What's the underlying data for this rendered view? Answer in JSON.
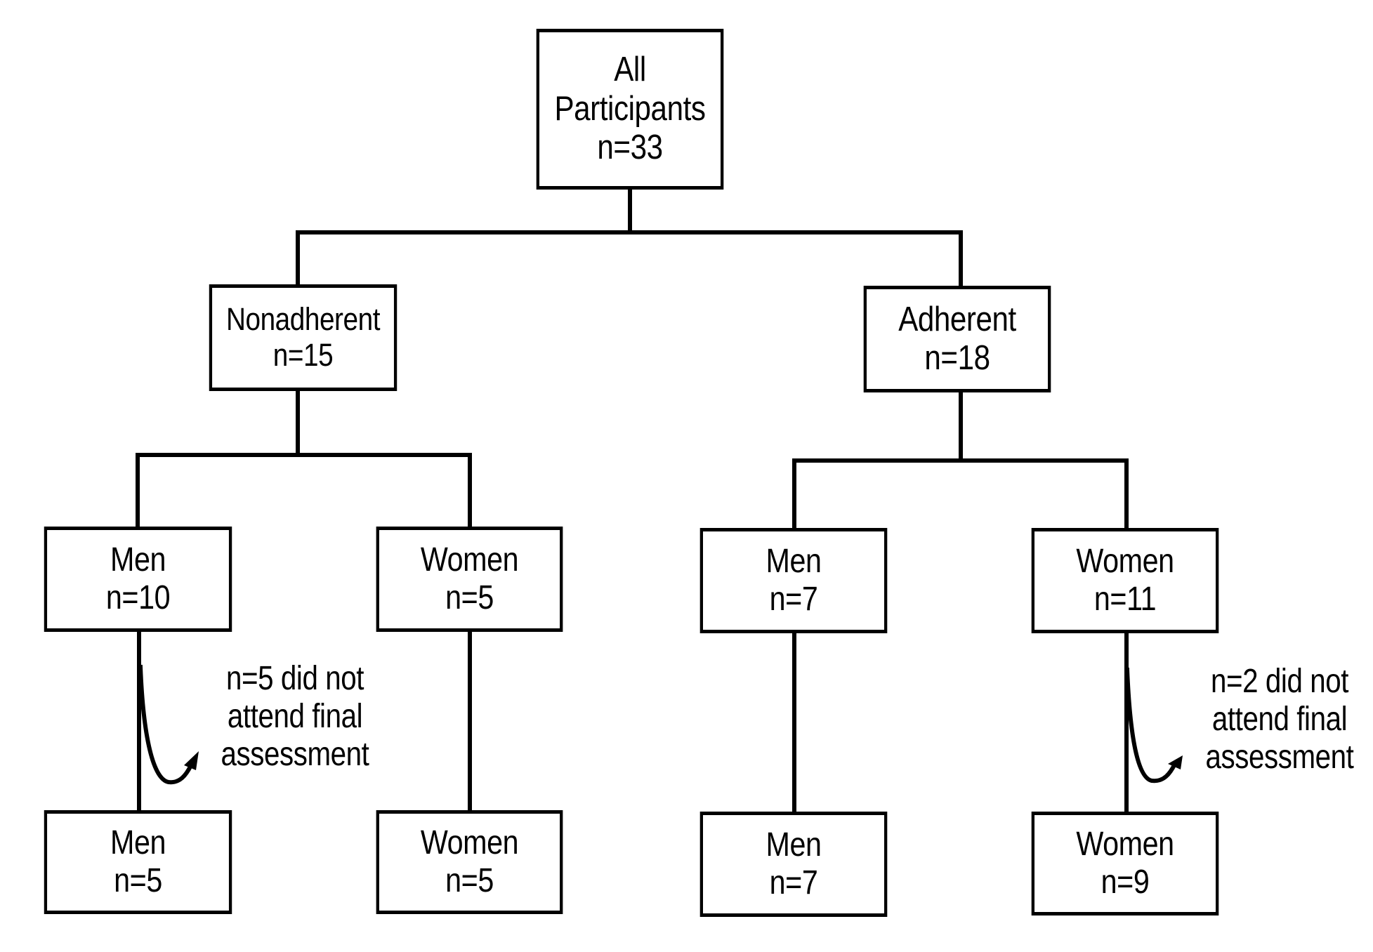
{
  "root": {
    "line1": "All",
    "line2": "Participants",
    "line3": "n=33"
  },
  "nonadherent": {
    "label": "Nonadherent",
    "n": "n=15"
  },
  "adherent": {
    "label": "Adherent",
    "n": "n=18"
  },
  "level2": {
    "non_men": {
      "label": "Men",
      "n": "n=10"
    },
    "non_women": {
      "label": "Women",
      "n": "n=5"
    },
    "adh_men": {
      "label": "Men",
      "n": "n=7"
    },
    "adh_women": {
      "label": "Women",
      "n": "n=11"
    }
  },
  "level3": {
    "non_men": {
      "label": "Men",
      "n": "n=5"
    },
    "non_women": {
      "label": "Women",
      "n": "n=5"
    },
    "adh_men": {
      "label": "Men",
      "n": "n=7"
    },
    "adh_women": {
      "label": "Women",
      "n": "n=9"
    }
  },
  "notes": {
    "non_men_dropout": {
      "line1": "n=5 did not",
      "line2": "attend final",
      "line3": "assessment"
    },
    "adh_women_dropout": {
      "line1": "n=2 did not",
      "line2": "attend final",
      "line3": "assessment"
    }
  }
}
